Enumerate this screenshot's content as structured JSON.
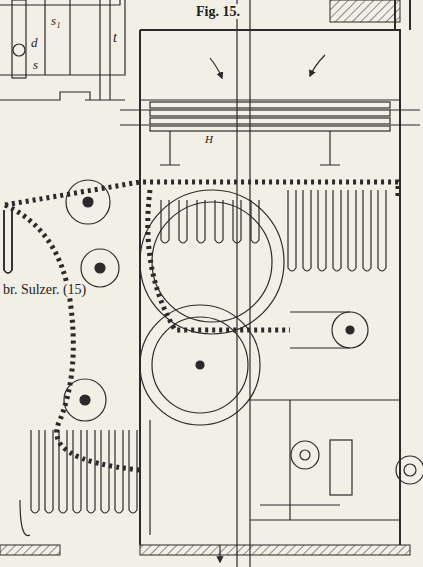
{
  "diagram": {
    "labels": [
      "Fig. 15.",
      "s₁",
      "d",
      "s",
      "t",
      "H",
      "br. Sulzer. (15)"
    ]
  }
}
